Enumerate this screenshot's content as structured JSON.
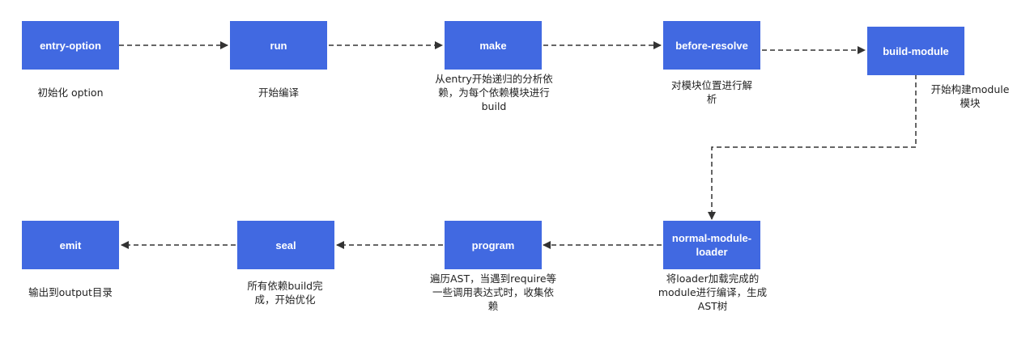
{
  "diagram": {
    "nodes": [
      {
        "id": "entry-option",
        "label": "entry-option",
        "caption": "初始化 option"
      },
      {
        "id": "run",
        "label": "run",
        "caption": "开始编译"
      },
      {
        "id": "make",
        "label": "make",
        "caption": "从entry开始递归的分析依赖，为每个依赖模块进行build"
      },
      {
        "id": "before-resolve",
        "label": "before-resolve",
        "caption": "对模块位置进行解析"
      },
      {
        "id": "build-module",
        "label": "build-module",
        "caption": "开始构建module模块"
      },
      {
        "id": "normal-module-loader",
        "label": "normal-module-loader",
        "caption": "将loader加载完成的module进行编译，生成AST树"
      },
      {
        "id": "program",
        "label": "program",
        "caption": "遍历AST，当遇到require等一些调用表达式时，收集依赖"
      },
      {
        "id": "seal",
        "label": "seal",
        "caption": "所有依赖build完成，开始优化"
      },
      {
        "id": "emit",
        "label": "emit",
        "caption": "输出到output目录"
      }
    ],
    "edges": [
      {
        "from": "entry-option",
        "to": "run"
      },
      {
        "from": "run",
        "to": "make"
      },
      {
        "from": "make",
        "to": "before-resolve"
      },
      {
        "from": "before-resolve",
        "to": "build-module"
      },
      {
        "from": "build-module",
        "to": "normal-module-loader"
      },
      {
        "from": "normal-module-loader",
        "to": "program"
      },
      {
        "from": "program",
        "to": "seal"
      },
      {
        "from": "seal",
        "to": "emit"
      }
    ],
    "colors": {
      "node_fill": "#4169e1",
      "node_text": "#ffffff",
      "edge": "#333333",
      "caption": "#222222"
    }
  }
}
